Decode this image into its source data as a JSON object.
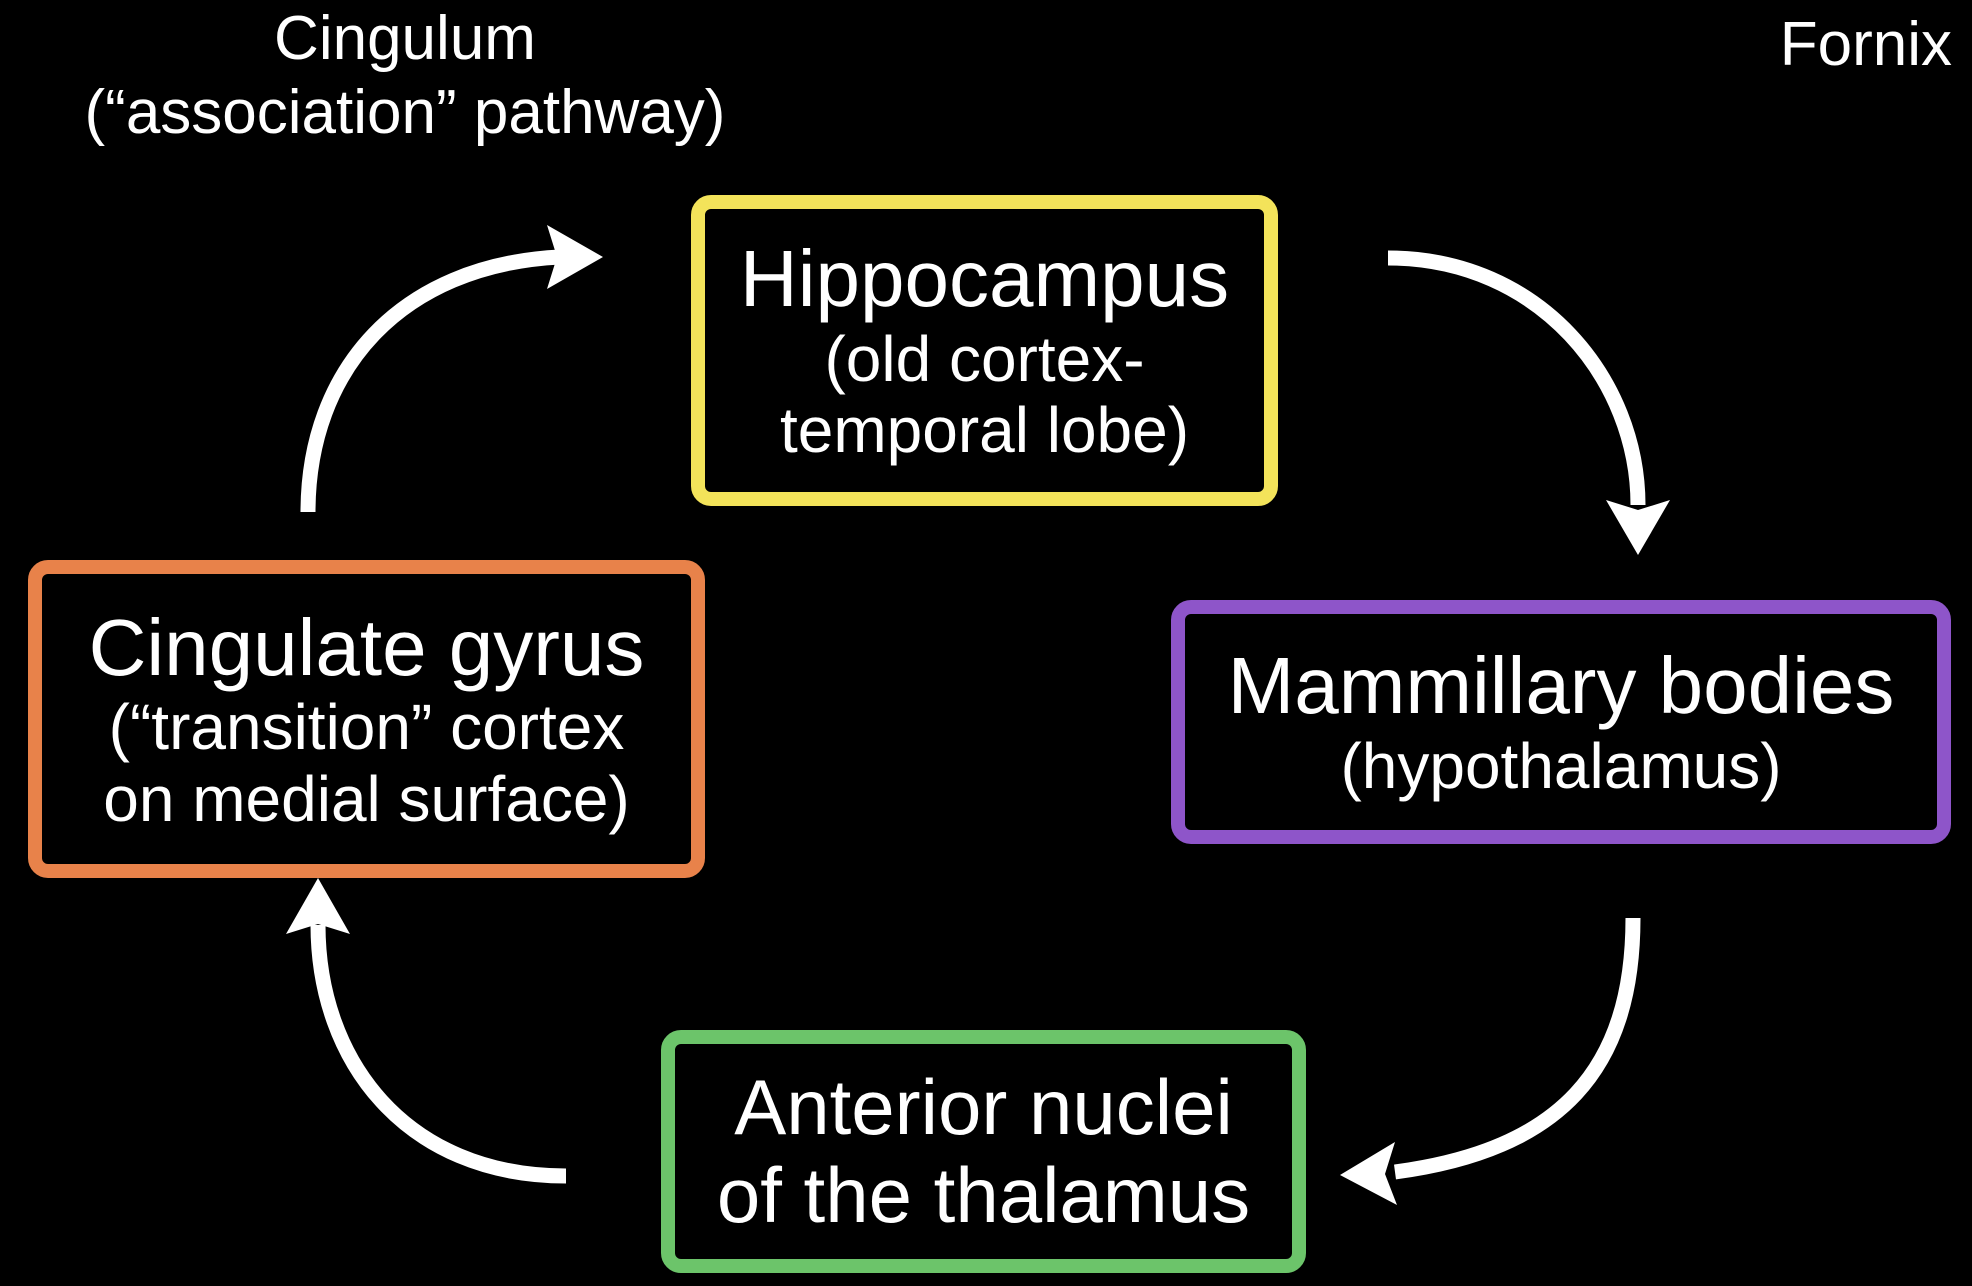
{
  "labels": {
    "cingulum": [
      "Cingulum",
      "(“association” pathway)"
    ],
    "fornix": "Fornix"
  },
  "boxes": {
    "hippocampus": {
      "title": "Hippocampus",
      "subtitle": [
        "(old cortex-",
        "temporal lobe)"
      ],
      "border_color": "#f3e35a"
    },
    "mammillary": {
      "title": "Mammillary bodies",
      "subtitle": [
        "(hypothalamus)"
      ],
      "border_color": "#8e55c9"
    },
    "anterior": {
      "title": [
        "Anterior nuclei",
        "of the thalamus"
      ],
      "border_color": "#6cc46a"
    },
    "cingulate": {
      "title": "Cingulate gyrus",
      "subtitle": [
        "(“transition” cortex",
        "on medial surface)"
      ],
      "border_color": "#e8824a"
    }
  },
  "flow": [
    "hippocampus",
    "mammillary",
    "anterior",
    "cingulate",
    "hippocampus"
  ]
}
